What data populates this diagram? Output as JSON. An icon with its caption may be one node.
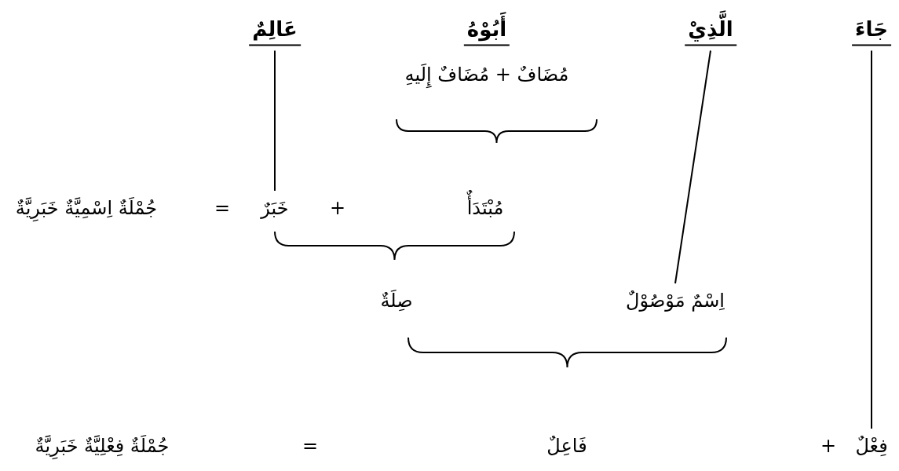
{
  "diagram": {
    "nodes": [
      {
        "text": [
          "جَاءَ"
        ]
      },
      {
        "text": [
          "الَّذِيْ"
        ]
      },
      {
        "text": [
          "أَبُوْهُ"
        ]
      },
      {
        "text": [
          "عَالِمٌ"
        ]
      },
      {
        "text": [
          "فِعْلٌ"
        ]
      },
      {
        "text": [
          "اِسْمٌ مَوْصُوْلٌ"
        ]
      },
      {
        "text": [
          "خَبَرٌ"
        ]
      }
    ],
    "edges": [
      {
        "from": 0,
        "to": 4,
        "arrow": "none"
      },
      {
        "from": 1,
        "to": 5,
        "arrow": "none"
      },
      {
        "from": 3,
        "to": 6,
        "arrow": "none"
      }
    ],
    "labels": [
      "مُضَافٌ + مُضَافٌ إِلَيهِ",
      "مُبْتَدَأٌ",
      "+",
      "=",
      "جُمْلَةٌ اِسْمِيَّةٌ خَبَرِيَّةٌ",
      "صِلَةٌ",
      "+",
      "فَاعِلٌ",
      "=",
      "جُمْلَةٌ فِعْلِيَّةٌ خَبَرِيَّةٌ"
    ]
  }
}
